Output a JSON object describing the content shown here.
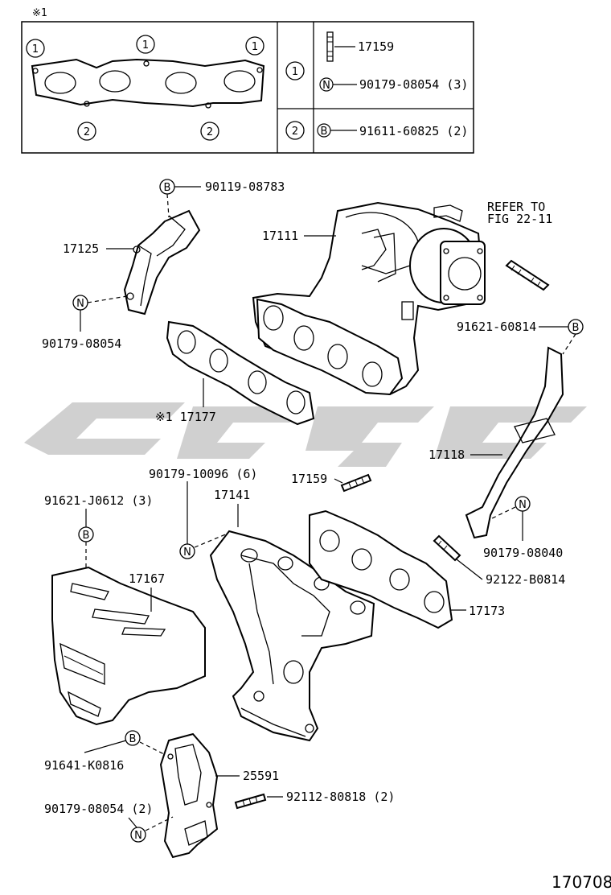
{
  "inset": {
    "marker": "※1",
    "gasket_labels": {
      "top": "1",
      "bottom": "2"
    },
    "rows": [
      {
        "key": "1",
        "items": [
          {
            "icon": "stud-icon",
            "symbol": "",
            "part": "17159"
          },
          {
            "icon": "nut-symbol-icon",
            "symbol": "N",
            "part": "90179-08054 (3)"
          }
        ]
      },
      {
        "key": "2",
        "items": [
          {
            "icon": "bolt-symbol-icon",
            "symbol": "B",
            "part": "91611-60825 (2)"
          }
        ]
      }
    ]
  },
  "symbols": {
    "bolt": "B",
    "nut": "N"
  },
  "callouts": {
    "p90119_08783": "90119-08783",
    "p17125": "17125",
    "p90179_08054_a": "90179-08054",
    "p17111": "17111",
    "refer_line1": "REFER TO",
    "refer_line2": "FIG 22-11",
    "p91621_60814": "91621-60814",
    "p17177": "※1 17177",
    "p17118": "17118",
    "p90179_10096": "90179-10096 (6)",
    "p17159": "17159",
    "p17141": "17141",
    "p91621_J0612": "91621-J0612 (3)",
    "p17167": "17167",
    "p90179_08040": "90179-08040",
    "p92122_B0814": "92122-B0814",
    "p17173": "17173",
    "p91641_K0816": "91641-K0816",
    "p25591": "25591",
    "p92112_80818": "92112-80818 (2)",
    "p90179_08054_b": "90179-08054 (2)"
  },
  "figure_number": "170708",
  "colors": {
    "line": "#000000",
    "watermark": "#c8c8c8",
    "background": "#ffffff"
  }
}
